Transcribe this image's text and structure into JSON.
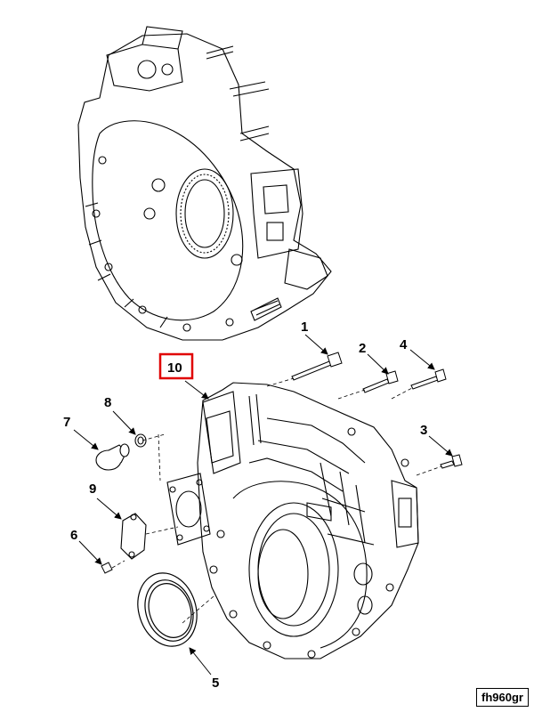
{
  "diagram": {
    "callouts": [
      {
        "id": "1",
        "label": "1"
      },
      {
        "id": "2",
        "label": "2"
      },
      {
        "id": "3",
        "label": "3"
      },
      {
        "id": "4",
        "label": "4"
      },
      {
        "id": "5",
        "label": "5"
      },
      {
        "id": "6",
        "label": "6"
      },
      {
        "id": "7",
        "label": "7"
      },
      {
        "id": "8",
        "label": "8"
      },
      {
        "id": "9",
        "label": "9"
      },
      {
        "id": "10",
        "label": "10"
      }
    ],
    "highlighted_callout": "10",
    "highlight_color": "#e00000",
    "reference_code": "fh960gr"
  }
}
